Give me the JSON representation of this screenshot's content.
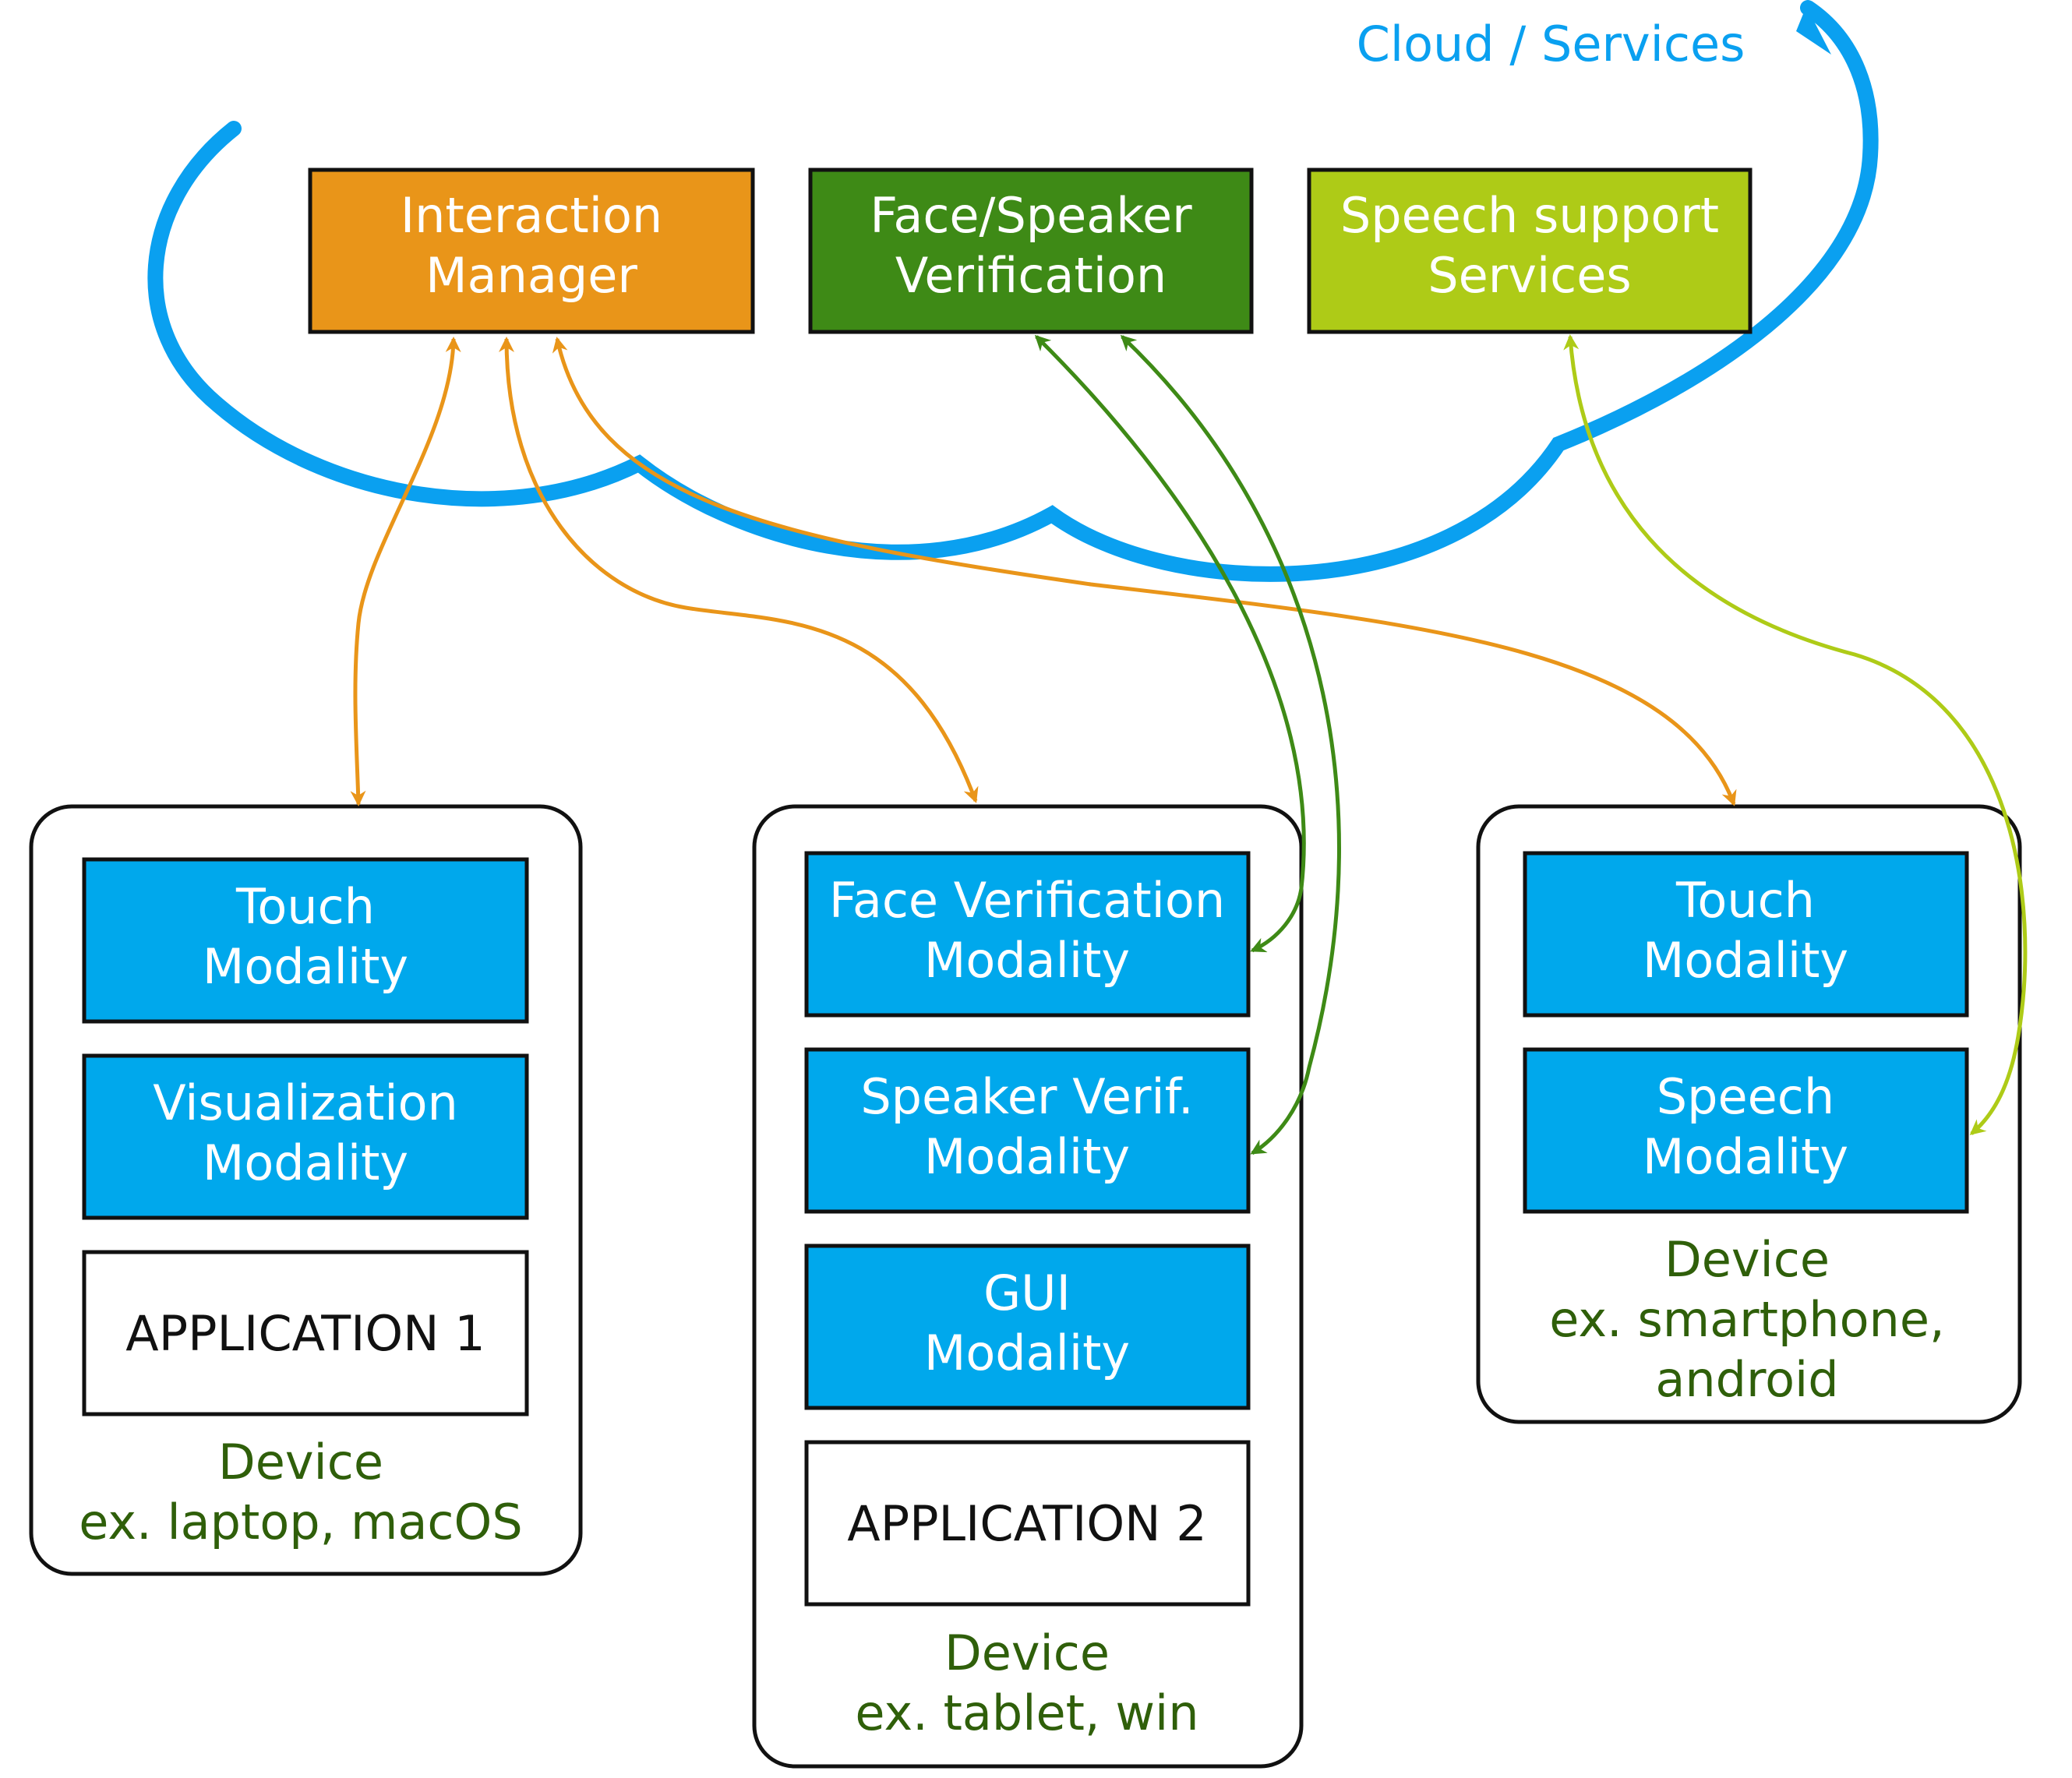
{
  "cloud": {
    "label": "Cloud / Services"
  },
  "services": [
    {
      "lines": [
        "Interaction",
        "Manager"
      ],
      "fill": "#E99519"
    },
    {
      "lines": [
        "Face/Speaker",
        "Verification"
      ],
      "fill": "#3E8A16"
    },
    {
      "lines": [
        "Speech support",
        "Services"
      ],
      "fill": "#AECB17"
    }
  ],
  "devices": [
    {
      "modules": [
        {
          "lines": [
            "Touch",
            "Modality"
          ],
          "kind": "modality"
        },
        {
          "lines": [
            "Visualization",
            "Modality"
          ],
          "kind": "modality"
        },
        {
          "lines": [
            "APPLICATION 1"
          ],
          "kind": "application"
        }
      ],
      "caption": [
        "Device",
        "ex. laptop, macOS"
      ]
    },
    {
      "modules": [
        {
          "lines": [
            "Face Verification",
            "Modality"
          ],
          "kind": "modality"
        },
        {
          "lines": [
            "Speaker Verif.",
            "Modality"
          ],
          "kind": "modality"
        },
        {
          "lines": [
            "GUI",
            "Modality"
          ],
          "kind": "modality"
        },
        {
          "lines": [
            "APPLICATION 2"
          ],
          "kind": "application"
        }
      ],
      "caption": [
        "Device",
        "ex. tablet, win"
      ]
    },
    {
      "modules": [
        {
          "lines": [
            "Touch",
            "Modality"
          ],
          "kind": "modality"
        },
        {
          "lines": [
            "Speech",
            "Modality"
          ],
          "kind": "modality"
        }
      ],
      "caption": [
        "Device",
        "ex. smartphone,",
        "android"
      ]
    }
  ],
  "colors": {
    "cloud": "#0AA0F0",
    "modality_fill": "#00A8EC",
    "application_fill": "#FFFFFF",
    "caption_text": "#2F5F0A",
    "interaction_link": "#E99519",
    "verification_link": "#3E8A16",
    "speech_link": "#AECB17"
  }
}
